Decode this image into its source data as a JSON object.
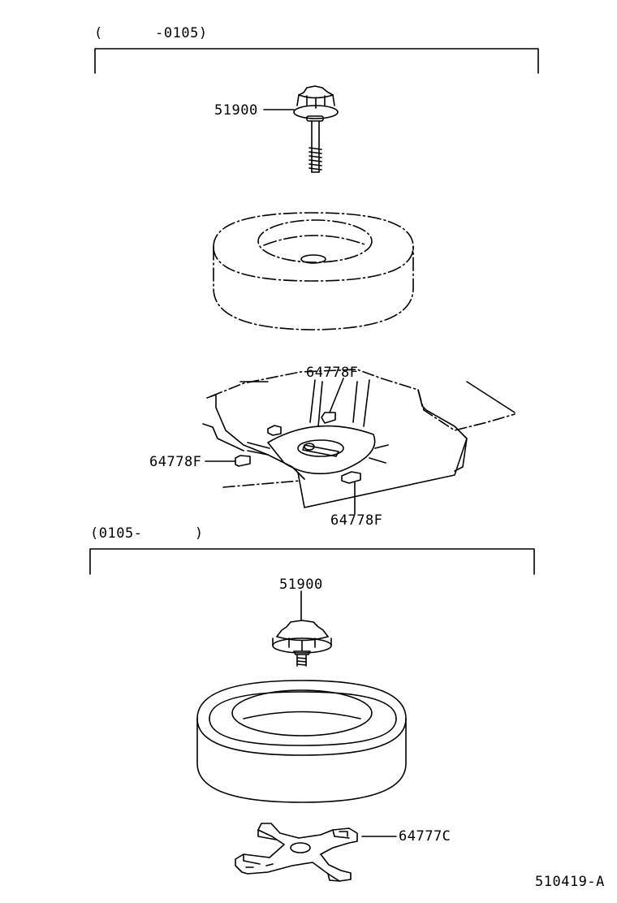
{
  "sections": [
    {
      "range_label": "(      -0105)",
      "bolt_part": "51900",
      "pad_parts": [
        "64778F",
        "64778F",
        "64778F"
      ]
    },
    {
      "range_label": "(0105-      )",
      "bolt_part": "51900",
      "holder_part": "64777C"
    }
  ],
  "figure_code": "510419-A"
}
